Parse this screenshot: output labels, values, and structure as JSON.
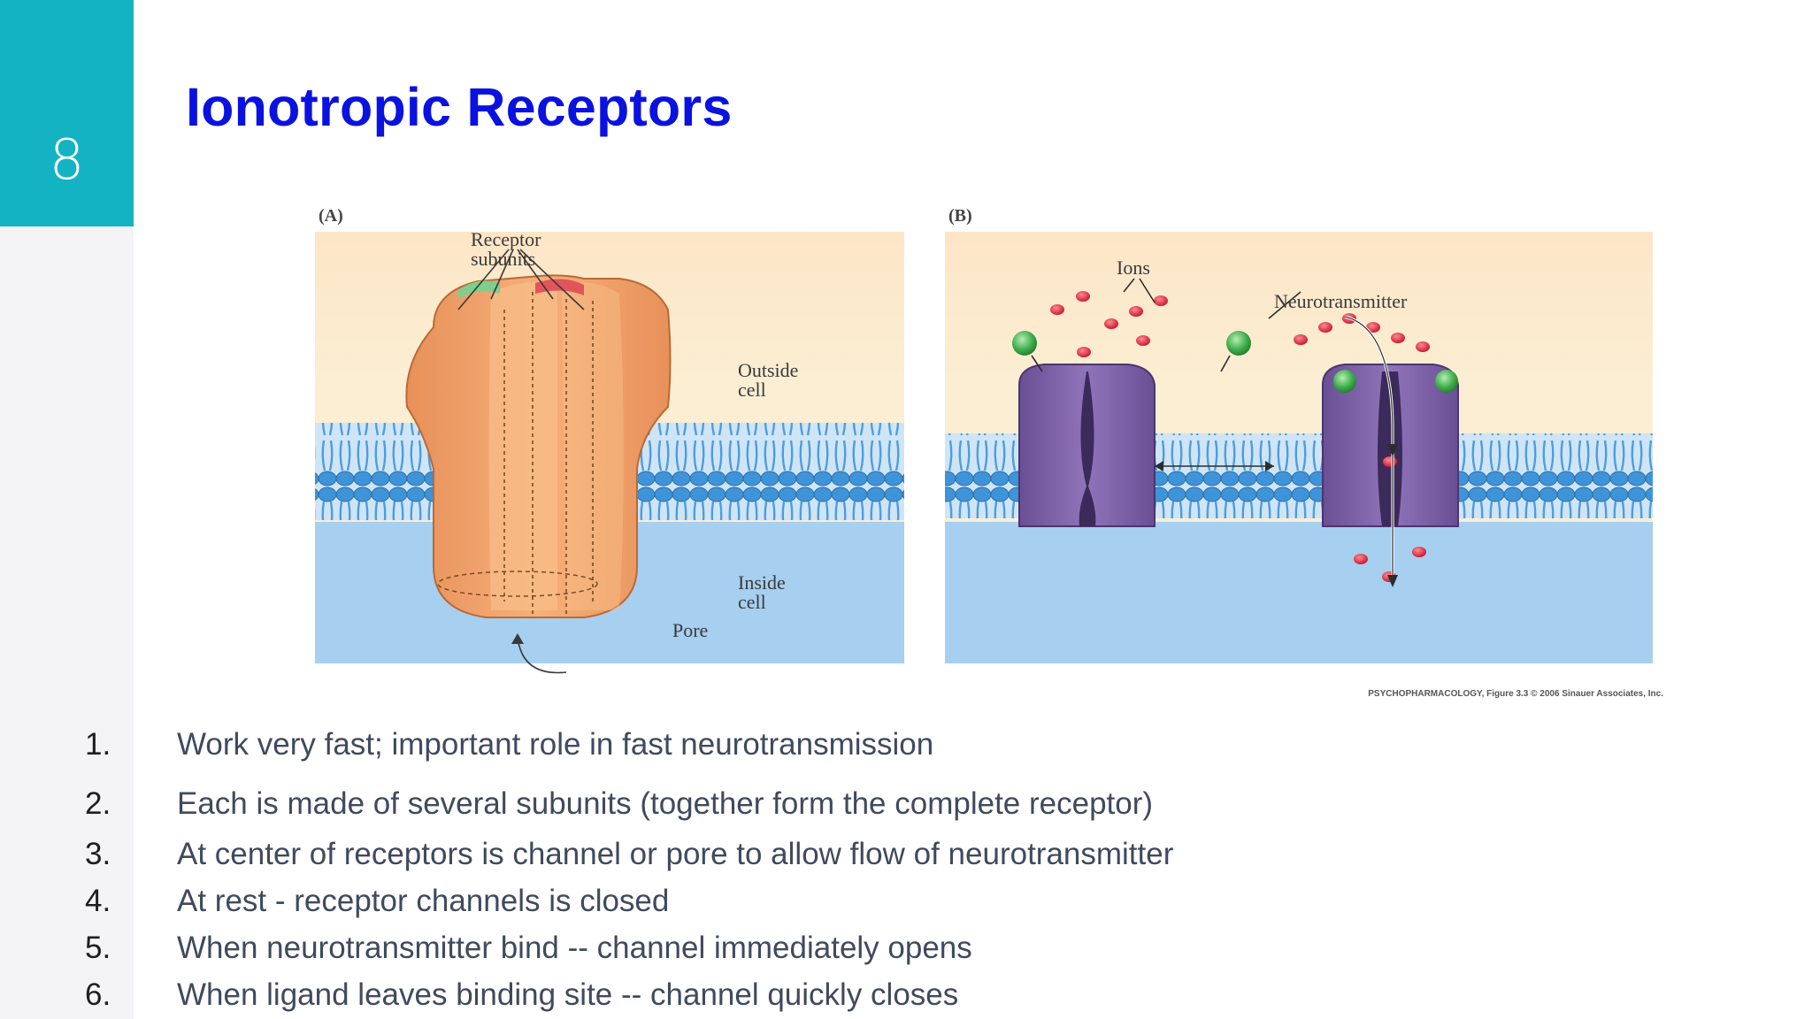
{
  "slide": {
    "page_number": "8",
    "title": "Ionotropic Receptors"
  },
  "figure": {
    "panel_a": {
      "tag": "(A)",
      "label_receptor_line1": "Receptor",
      "label_receptor_line2": "subunits",
      "label_outside_line1": "Outside",
      "label_outside_line2": "cell",
      "label_inside_line1": "Inside",
      "label_inside_line2": "cell",
      "label_pore": "Pore"
    },
    "panel_b": {
      "tag": "(B)",
      "label_ions": "Ions",
      "label_neurotransmitter": "Neurotransmitter"
    },
    "caption": "PSYCHOPHARMACOLOGY, Figure 3.3  © 2006 Sinauer Associates, Inc.",
    "colors": {
      "receptor_orange": "#f2a86a",
      "receptor_purple": "#7f63a8",
      "membrane_blue": "#5aa9e6",
      "outside_cream": "#fbe9c4",
      "inside_blue": "#a9d2f2",
      "ion_red": "#e0243a",
      "neurotransmitter_green": "#34a34a"
    }
  },
  "list": {
    "items": [
      {
        "num": "1.",
        "text": "Work very fast; important role in fast neurotransmission"
      },
      {
        "num": "2.",
        "text": "Each is made of several subunits (together form the complete receptor)"
      },
      {
        "num": "3.",
        "text": "At center of receptors is channel or pore to allow flow of neurotransmitter"
      },
      {
        "num": "4.",
        "text": "At rest - receptor channels is closed"
      },
      {
        "num": "5.",
        "text": "When neurotransmitter bind -- channel immediately opens"
      },
      {
        "num": "6.",
        "text": "When ligand leaves binding site -- channel quickly closes"
      }
    ]
  }
}
